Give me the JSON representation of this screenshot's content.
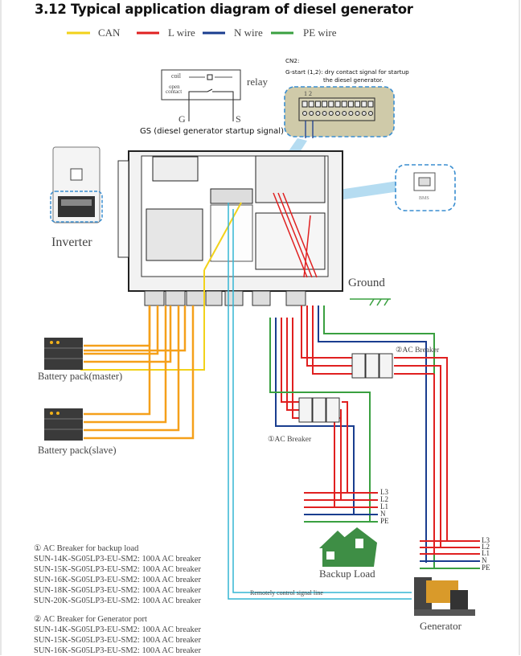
{
  "title": "3.12 Typical  application diagram of diesel generator",
  "legend": [
    {
      "label": "CAN",
      "color": "#f2d21a"
    },
    {
      "label": "L wire",
      "color": "#e02020"
    },
    {
      "label": "N wire",
      "color": "#1a3d8f"
    },
    {
      "label": "PE wire",
      "color": "#3aa040"
    }
  ],
  "relay": {
    "coil": "coil",
    "open": "open",
    "contact": "contact",
    "relay": "relay",
    "g": "G",
    "s": "S",
    "gs_caption": "GS (diesel generator startup signal)"
  },
  "cn2": {
    "title": "CN2:",
    "line1": "G-start (1,2): dry contact signal for startup",
    "line2": "the diesel generator.",
    "pins": "1  2"
  },
  "bms_label": "BMS",
  "inverter_label": "Inverter",
  "ground_label": "Ground",
  "battery_master": "Battery pack(master)",
  "battery_slave": "Battery pack(slave)",
  "breaker2_label": "②AC Breaker",
  "breaker1_label": "①AC Breaker",
  "backup_wires": [
    "L3",
    "L2",
    "L1",
    "N",
    "PE"
  ],
  "generator_wires": [
    "L3",
    "L2",
    "L1",
    "N",
    "PE"
  ],
  "backup_load": "Backup Load",
  "generator": "Generator",
  "signal_line": "Remotely control signal line",
  "notes": [
    {
      "heading": "① AC Breaker for backup load",
      "items": [
        "SUN-14K-SG05LP3-EU-SM2: 100A AC breaker",
        "SUN-15K-SG05LP3-EU-SM2: 100A AC breaker",
        "SUN-16K-SG05LP3-EU-SM2: 100A AC breaker",
        "SUN-18K-SG05LP3-EU-SM2: 100A AC breaker",
        "SUN-20K-SG05LP3-EU-SM2: 100A AC breaker"
      ]
    },
    {
      "heading": "② AC Breaker for Generator port",
      "items": [
        "SUN-14K-SG05LP3-EU-SM2: 100A AC breaker",
        "SUN-15K-SG05LP3-EU-SM2: 100A AC breaker",
        "SUN-16K-SG05LP3-EU-SM2: 100A AC breaker"
      ]
    }
  ]
}
